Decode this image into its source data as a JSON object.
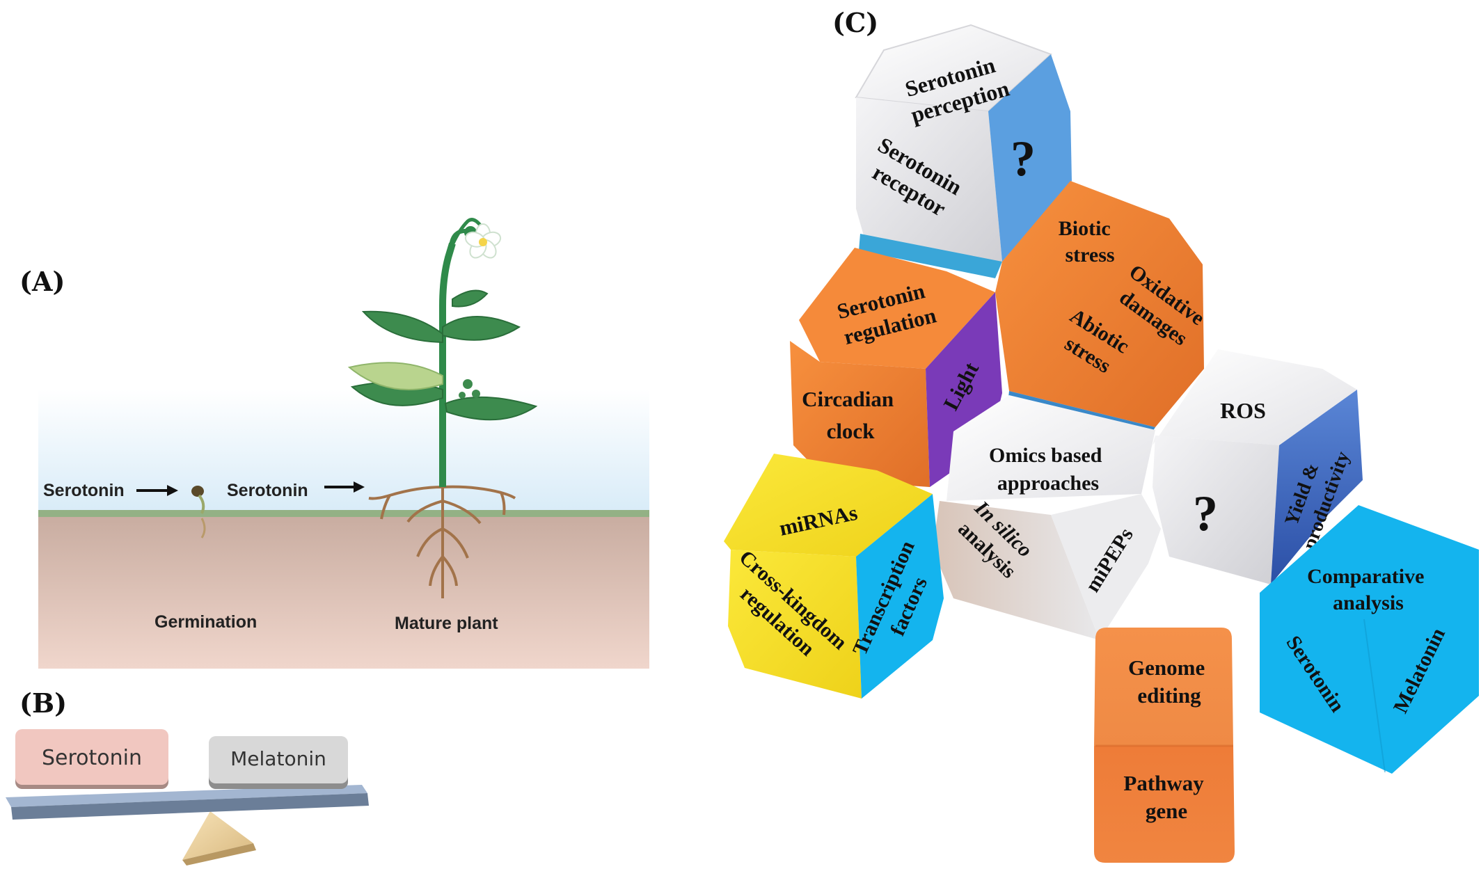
{
  "panels": {
    "a": "(A)",
    "b": "(B)",
    "c": "(C)"
  },
  "plant": {
    "serotonin_1": "Serotonin",
    "serotonin_2": "Serotonin",
    "germination": "Germination",
    "mature": "Mature plant"
  },
  "balance": {
    "left": "Serotonin",
    "right": "Melatonin"
  },
  "cubes": {
    "perception": {
      "top": [
        "Serotonin",
        "perception"
      ],
      "front": [
        "Serotonin",
        "receptor"
      ],
      "side": "?"
    },
    "stress": {
      "top": [
        "Biotic",
        "stress"
      ],
      "front": [
        "Abiotic",
        "stress"
      ],
      "side": [
        "Oxidative",
        "damages"
      ]
    },
    "regulation": {
      "top": [
        "Serotonin",
        "regulation"
      ],
      "front": [
        "Circadian",
        "clock"
      ],
      "side": "Light"
    },
    "omics": {
      "top": [
        "Omics based",
        "approaches"
      ],
      "front": [
        "In silico",
        "analysis"
      ],
      "side": "miPEPs"
    },
    "ros": {
      "top": "ROS",
      "front": "?",
      "side": [
        "Yield &",
        "productivity"
      ]
    },
    "mirna": {
      "top": "miRNAs",
      "front": [
        "Cross-kingdom",
        "regulation"
      ],
      "side": [
        "Transcription",
        "factors"
      ]
    },
    "comparative": {
      "top": [
        "Comparative",
        "analysis"
      ],
      "left": "Serotonin",
      "right": "Melatonin"
    },
    "genome": {
      "top": [
        "Genome",
        "editing"
      ],
      "bottom": [
        "Pathway",
        "gene"
      ]
    }
  },
  "colors": {
    "orange": "#f0823a",
    "blue": "#5b9fe0",
    "purple": "#7a3ab8",
    "yellow": "#f5e02a",
    "cyan": "#14b4ee",
    "white": "#f2f2f4",
    "navy": "#3e68c2"
  }
}
